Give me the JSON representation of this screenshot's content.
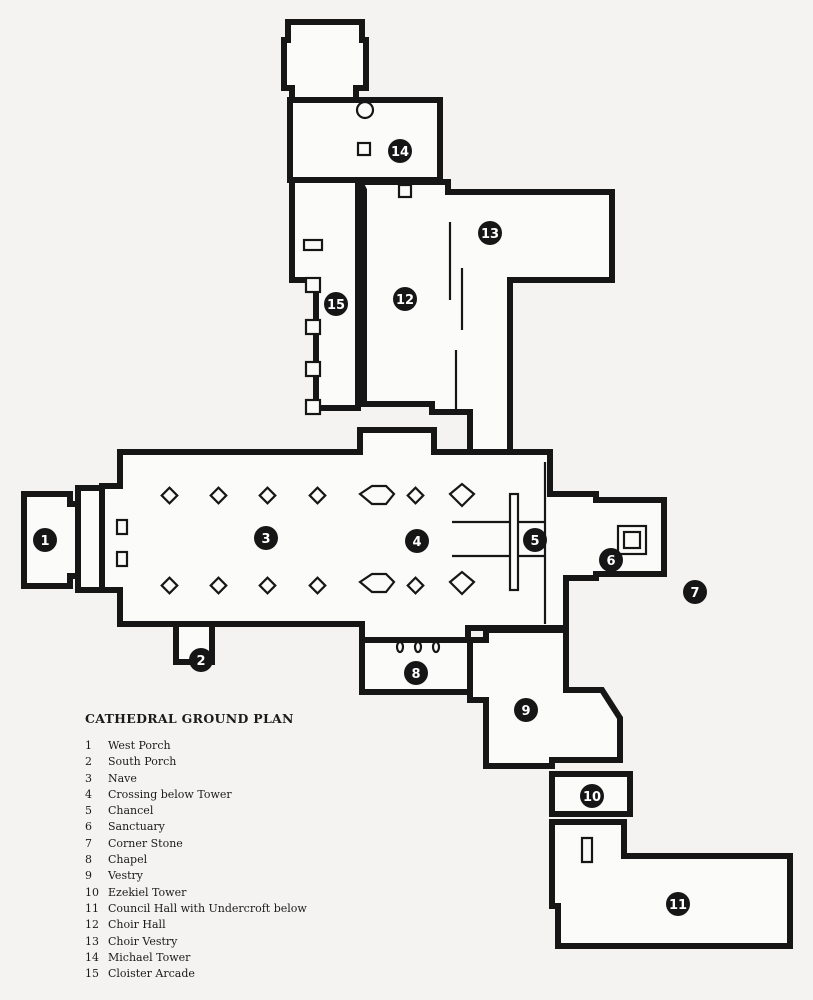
{
  "plan_title": "CATHEDRAL GROUND PLAN",
  "legend": [
    {
      "num": "1",
      "label": "West Porch"
    },
    {
      "num": "2",
      "label": "South Porch"
    },
    {
      "num": "3",
      "label": "Nave"
    },
    {
      "num": "4",
      "label": "Crossing below Tower"
    },
    {
      "num": "5",
      "label": "Chancel"
    },
    {
      "num": "6",
      "label": "Sanctuary"
    },
    {
      "num": "7",
      "label": "Corner Stone"
    },
    {
      "num": "8",
      "label": "Chapel"
    },
    {
      "num": "9",
      "label": "Vestry"
    },
    {
      "num": "10",
      "label": "Ezekiel Tower"
    },
    {
      "num": "11",
      "label": "Council Hall with Undercroft below"
    },
    {
      "num": "12",
      "label": "Choir Hall"
    },
    {
      "num": "13",
      "label": "Choir Vestry"
    },
    {
      "num": "14",
      "label": "Michael Tower"
    },
    {
      "num": "15",
      "label": "Cloister Arcade"
    }
  ],
  "colors": {
    "ink": "#161616",
    "paper": "#f4f3f1"
  }
}
